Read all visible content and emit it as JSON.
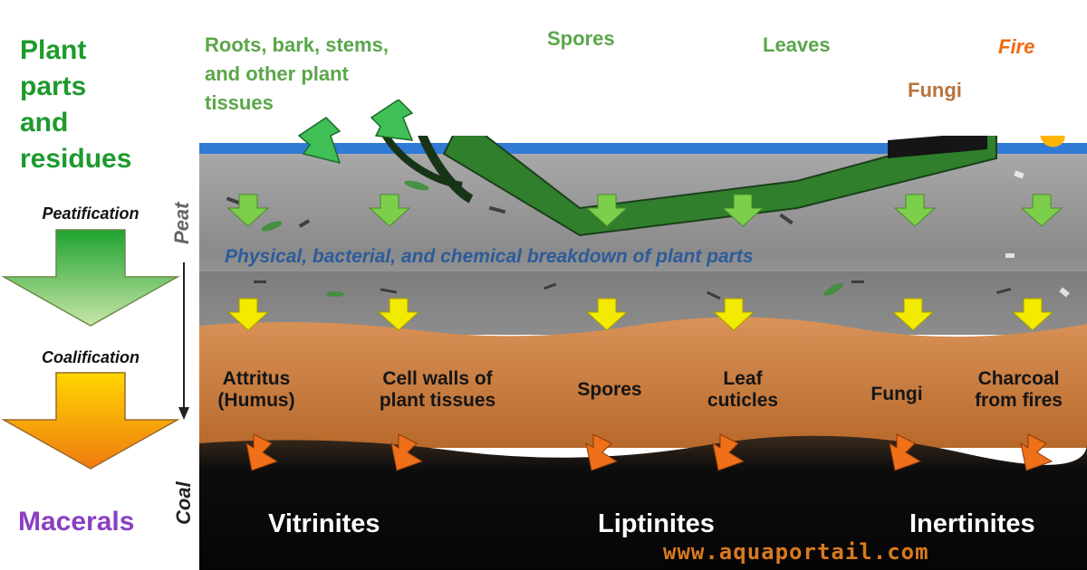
{
  "colors": {
    "green_title": "#1d9a2d",
    "purple": "#8a3fc2",
    "label_green": "#5aa64a",
    "fungi_brown": "#b8733a",
    "fire_orange": "#ef6a10",
    "breakdown_blue": "#2d5b9a",
    "peat_gray": "#8e8e8e",
    "coal_black": "#0b0b0b",
    "orange_layer": "#c97a3a",
    "water_blue": "#2f7bd6"
  },
  "left": {
    "title": "Plant\nparts\nand\nresidues",
    "step1": "Peatification",
    "step2": "Coalification",
    "bottom": "Macerals"
  },
  "top_labels": {
    "roots": "Roots, bark, stems,\nand other plant\ntissues",
    "spores": "Spores",
    "leaves": "Leaves",
    "fungi": "Fungi",
    "fire": "Fire"
  },
  "side": {
    "peat": "Peat",
    "coal": "Coal"
  },
  "breakdown": "Physical, bacterial, and chemical breakdown of plant parts",
  "materials": [
    "Attritus\n(Humus)",
    "Cell walls of\nplant tissues",
    "Spores",
    "Leaf\ncuticles",
    "Fungi",
    "Charcoal\nfrom fires"
  ],
  "groups": [
    "Vitrinites",
    "Liptinites",
    "Inertinites"
  ],
  "watermark": "www.aquaportail.com"
}
